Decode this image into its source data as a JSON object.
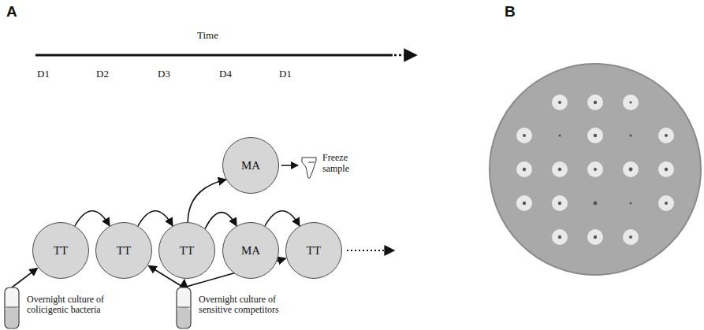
{
  "diagram": {
    "nodes": [
      {
        "text": [
          "MA"
        ]
      },
      {
        "text": [
          "TT"
        ]
      },
      {
        "text": [
          "TT"
        ]
      },
      {
        "text": [
          "TT"
        ]
      },
      {
        "text": [
          "MA"
        ]
      },
      {
        "text": [
          "TT"
        ]
      },
      {
        "text": [
          "Overnight culture of colicigenic bacteria"
        ]
      },
      {
        "text": [
          "Overnight culture of sensitive competitors"
        ]
      }
    ],
    "edges": [
      {
        "from": 1,
        "to": 2,
        "arrow": "to"
      },
      {
        "from": 2,
        "to": 3,
        "arrow": "to"
      },
      {
        "from": 3,
        "to": 0,
        "arrow": "to"
      },
      {
        "from": 3,
        "to": 4,
        "arrow": "to"
      },
      {
        "from": 4,
        "to": 5,
        "arrow": "to"
      },
      {
        "from": 6,
        "to": 1,
        "arrow": "to"
      },
      {
        "from": 7,
        "to": 2,
        "arrow": "to"
      },
      {
        "from": 7,
        "to": 3,
        "arrow": "to"
      },
      {
        "from": 7,
        "to": 5,
        "arrow": "to"
      }
    ],
    "labels": [
      "A",
      "B",
      "Time",
      "D1",
      "D2",
      "D3",
      "D4",
      "D1",
      "Freeze sample"
    ]
  }
}
